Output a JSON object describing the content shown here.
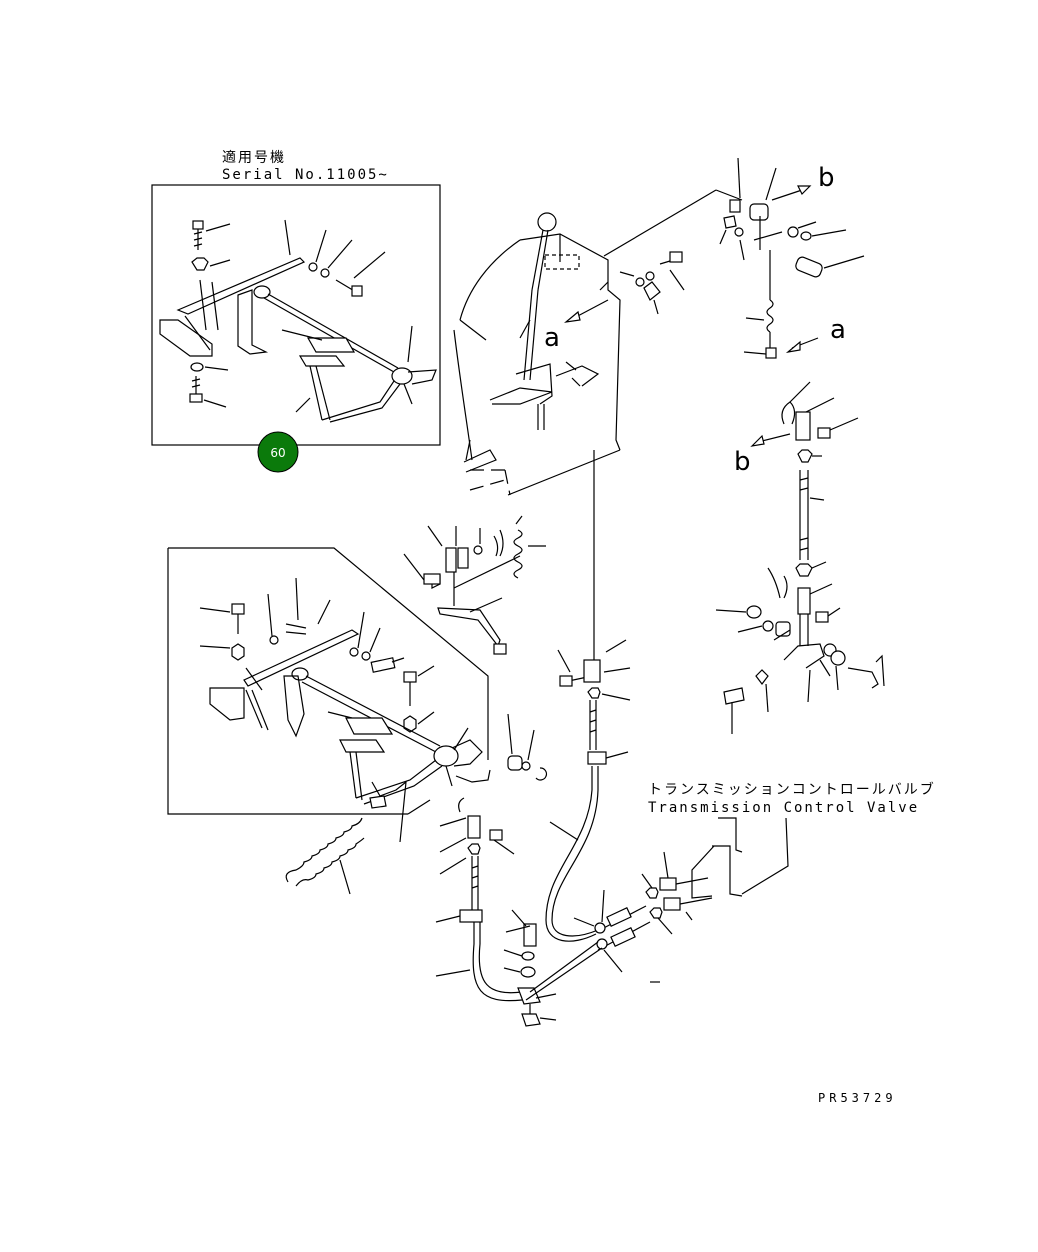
{
  "serial_note": {
    "applicable_label": "適用号機",
    "serial_label": "Serial No.11005~"
  },
  "item_badge": {
    "number": "60",
    "color": "#0b7a0b"
  },
  "transmission_label": {
    "japanese": "トランスミッションコントロールバルブ",
    "english": "Transmission Control Valve"
  },
  "connection_marks": {
    "a_top": "a",
    "a_right": "a",
    "b_top": "b",
    "b_right": "b"
  },
  "drawing_code": "PR53729"
}
